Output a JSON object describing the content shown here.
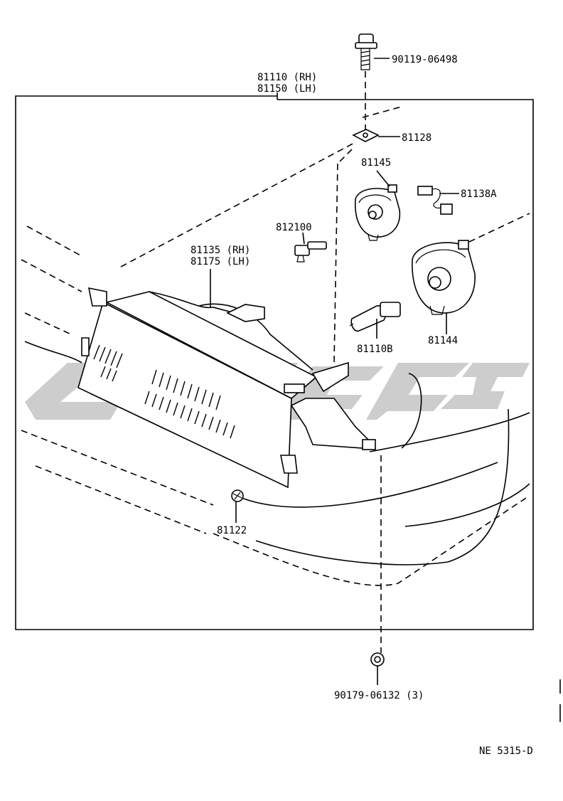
{
  "labels": {
    "bolt": "90119-06498",
    "assembly_rh": "81110 (RH)",
    "assembly_lh": "81150 (LH)",
    "nut_plate": "81128",
    "socket_upper": "81145",
    "wire": "81138A",
    "bulb_small": "812100",
    "unit_rh": "81135 (RH)",
    "unit_lh": "81175 (LH)",
    "bulb_main": "81110B",
    "socket_lower": "81144",
    "clip": "81122",
    "nut": "90179-06132 (3)"
  },
  "footer": {
    "ref_code": "NE 5315-D"
  },
  "watermark": {
    "color": "#c8c8c8"
  }
}
